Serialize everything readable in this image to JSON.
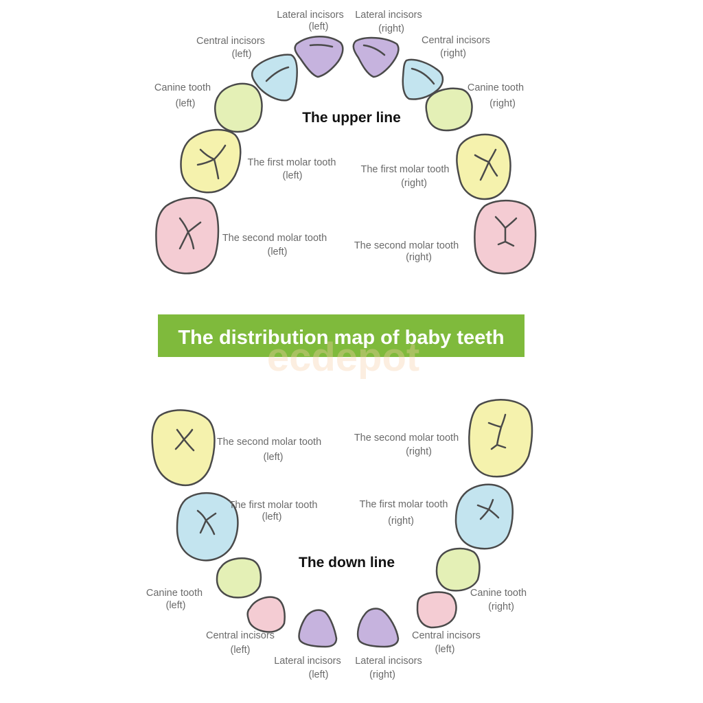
{
  "banner": {
    "title": "The distribution map of baby teeth",
    "color": "#7fba3c"
  },
  "watermark": "ecdepot",
  "upper": {
    "heading": "The upper line",
    "labels": {
      "lateral_left": [
        "Lateral incisors",
        "(left)"
      ],
      "lateral_right": [
        "Lateral incisors",
        "(right)"
      ],
      "central_left": [
        "Central incisors",
        "(left)"
      ],
      "central_right": [
        "Central incisors",
        "(right)"
      ],
      "canine_left": [
        "Canine tooth",
        "(left)"
      ],
      "canine_right": [
        "Canine tooth",
        "(right)"
      ],
      "first_molar_left": [
        "The first molar tooth",
        "(left)"
      ],
      "first_molar_right": [
        "The first molar tooth",
        "(right)"
      ],
      "second_molar_left": [
        "The second molar tooth",
        "(left)"
      ],
      "second_molar_right": [
        "The second molar tooth",
        "(right)"
      ]
    }
  },
  "lower": {
    "heading": "The down line",
    "labels": {
      "second_molar_left": [
        "The second molar tooth",
        "(left)"
      ],
      "second_molar_right": [
        "The second molar tooth",
        "(right)"
      ],
      "first_molar_left": [
        "The first molar tooth",
        "(left)"
      ],
      "first_molar_right": [
        "The first molar tooth",
        "(right)"
      ],
      "canine_left": [
        "Canine tooth",
        "(left)"
      ],
      "canine_right": [
        "Canine tooth",
        "(right)"
      ],
      "central_left": [
        "Central incisors",
        "(left)"
      ],
      "central_right": [
        "Central incisors",
        "(left)"
      ],
      "lateral_left": [
        "Lateral incisors",
        "(left)"
      ],
      "lateral_right": [
        "Lateral incisors",
        "(right)"
      ]
    }
  },
  "colors": {
    "purple": "#c6b3de",
    "blue": "#c3e4ef",
    "green": "#e4f0b6",
    "yellow": "#f5f2ad",
    "pink": "#f4ccd3"
  }
}
